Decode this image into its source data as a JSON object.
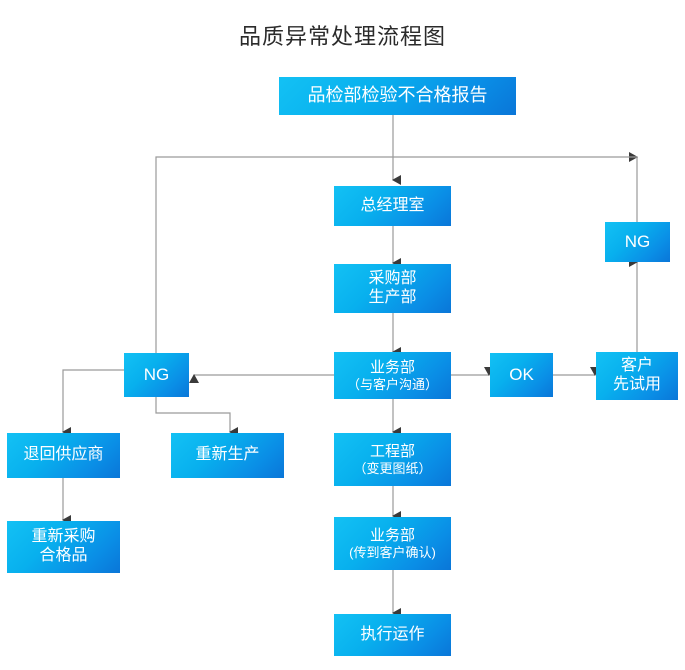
{
  "page": {
    "title": "品质异常处理流程图",
    "background_color": "#ffffff",
    "node_fill_from": "#13c1f4",
    "node_fill_to": "#0a76d8",
    "node_text_color": "#ffffff",
    "edge_color": "#9a9a9a",
    "title_color": "#2b2b2b"
  },
  "nodes": [
    {
      "id": "report",
      "line1": "品检部检验不合格报告",
      "line2": ""
    },
    {
      "id": "gm-office",
      "line1": "总经理室",
      "line2": ""
    },
    {
      "id": "purchase-prod",
      "line1": "采购部",
      "line2": "生产部"
    },
    {
      "id": "ng-left",
      "line1": "NG",
      "line2": ""
    },
    {
      "id": "sales-comm",
      "line1": "业务部",
      "line2": "（与客户沟通）"
    },
    {
      "id": "ok",
      "line1": "OK",
      "line2": ""
    },
    {
      "id": "customer-trial",
      "line1": "客户",
      "line2": "先试用"
    },
    {
      "id": "ng-right",
      "line1": "NG",
      "line2": ""
    },
    {
      "id": "return-supplier",
      "line1": "退回供应商",
      "line2": ""
    },
    {
      "id": "reproduce",
      "line1": "重新生产",
      "line2": ""
    },
    {
      "id": "engineering",
      "line1": "工程部",
      "line2": "（变更图纸）"
    },
    {
      "id": "repurchase",
      "line1": "重新采购",
      "line2": "合格品"
    },
    {
      "id": "sales-confirm",
      "line1": "业务部",
      "line2": "(传到客户确认)"
    },
    {
      "id": "execute",
      "line1": "执行运作",
      "line2": ""
    }
  ],
  "edges": [
    {
      "from": "report",
      "to": "gm-office",
      "label": ""
    },
    {
      "from": "gm-office",
      "to": "purchase-prod",
      "label": ""
    },
    {
      "from": "purchase-prod",
      "to": "sales-comm",
      "label": ""
    },
    {
      "from": "sales-comm",
      "to": "ng-left",
      "label": ""
    },
    {
      "from": "sales-comm",
      "to": "ok",
      "label": ""
    },
    {
      "from": "ok",
      "to": "customer-trial",
      "label": ""
    },
    {
      "from": "customer-trial",
      "to": "ng-right",
      "label": ""
    },
    {
      "from": "ng-right",
      "to": "ng-left",
      "label": ""
    },
    {
      "from": "ng-left",
      "to": "return-supplier",
      "label": ""
    },
    {
      "from": "ng-left",
      "to": "reproduce",
      "label": ""
    },
    {
      "from": "return-supplier",
      "to": "repurchase",
      "label": ""
    },
    {
      "from": "sales-comm",
      "to": "engineering",
      "label": ""
    },
    {
      "from": "engineering",
      "to": "sales-confirm",
      "label": ""
    },
    {
      "from": "sales-confirm",
      "to": "execute",
      "label": ""
    }
  ]
}
